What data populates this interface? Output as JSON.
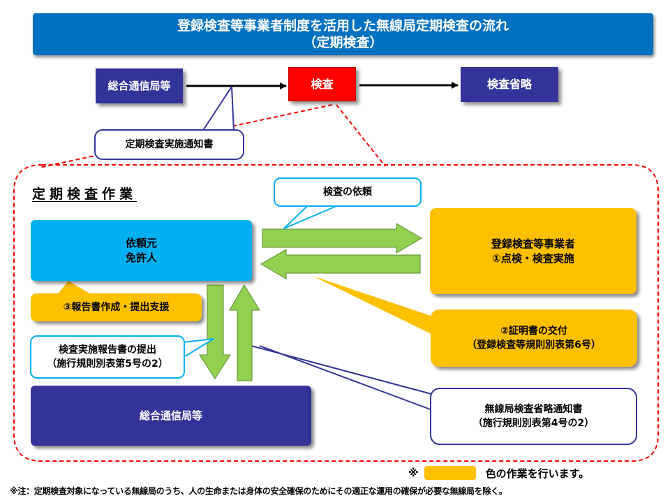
{
  "header": {
    "title_line1": "登録検査等事業者制度を活用した無線局定期検査の流れ",
    "title_line2": "（定期検査）"
  },
  "top_flow": {
    "bureau": "総合通信局等",
    "inspection": "検査",
    "omission": "検査省略",
    "notice": "定期検査実施通知書"
  },
  "section": {
    "title": "定期検査作業"
  },
  "work": {
    "client_line1": "依頼元",
    "client_line2": "免許人",
    "request_callout": "検査の依頼",
    "registered_line1": "登録検査等事業者",
    "registered_line2": "①点検・検査実施",
    "report_support": "③報告書作成・提出支援",
    "certificate_line1": "②証明書の交付",
    "certificate_line2": "（登録検査等規則別表第6号）",
    "submission_line1": "検査実施報告書の提出",
    "submission_line2": "（施行規則別表第5号の2）",
    "bureau_bottom": "総合通信局等",
    "omission_notice_line1": "無線局検査省略通知書",
    "omission_notice_line2": "（施行規則別表第4号の2）"
  },
  "legend": {
    "mark": "※",
    "text": "色の作業を行います。",
    "swatch_color": "#ffc000"
  },
  "footnote": "※注：定期検査対象になっている無線局のうち、人の生命または身体の安全確保のためにその適正な運用の確保が必要な無線局を除く。",
  "colors": {
    "title_blue": "#0070c0",
    "navy": "#333399",
    "red": "#ff0000",
    "cyan": "#00b0f0",
    "orange": "#ffc000",
    "green_arrow": "#92d050",
    "dashed_border": "#ff0000"
  }
}
